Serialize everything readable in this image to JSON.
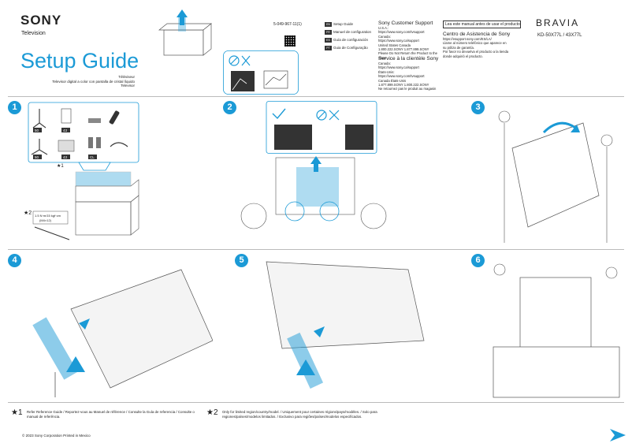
{
  "header": {
    "brand": "SONY",
    "product_line": "Television",
    "title": "Setup Guide",
    "subtitle_lines": [
      "Téléviseur",
      "Televisor digital a color con pantalla de cristal líquido",
      "Televisor"
    ],
    "doc_number": "5-049-967-11(1)",
    "bravia": "BRAVIA",
    "model": "KD-50X77L / 43X77L",
    "read_notice": "Lea este manual antes de usar el producto"
  },
  "languages": [
    {
      "code": "EN",
      "label": "Setup Guide"
    },
    {
      "code": "FR",
      "label": "Manuel de configuration"
    },
    {
      "code": "ES",
      "label": "Guía de configuración"
    },
    {
      "code": "PT",
      "label": "Guia de Configuração"
    }
  ],
  "support": {
    "heading": "Sony Customer Support",
    "lines": [
      "U.S.A.:",
      "https://www.sony.com/tvsupport",
      "Canada:",
      "https://www.sony.ca/support",
      "United States  Canada",
      "1.800.222.SONY    1.877.899.SONY",
      "Please Do Not Return the Product to the Store"
    ],
    "heading_fr": "Service à la clientèle Sony",
    "lines_fr": [
      "Canada:",
      "https://www.sony.ca/support",
      "États-Unis:",
      "https://www.sony.com/tvsupport",
      "Canada              États-Unis",
      "1.877.899.SONY       1.800.222.SONY",
      "Ne retournez pas le produit au magasin"
    ],
    "heading_es": "Centro de Asistencia de Sony",
    "lines_es": [
      "https://esupport.sony.com/ES/LA/",
      "Llame al número telefónico que aparece en",
      "su póliza de garantía.",
      "Por favor no devuelva el producto a la tienda",
      "donde adquirió el producto."
    ]
  },
  "steps": [
    "1",
    "2",
    "3",
    "4",
    "5",
    "6"
  ],
  "step1": {
    "star1": "★1",
    "star2": "★2",
    "screw_label": "1.5 N·m/15 kgf·cm",
    "screw_sub": "(M4×12)",
    "part_tags": [
      "50",
      "43",
      "50",
      "43",
      "CL"
    ]
  },
  "footnotes": {
    "mark1": "★1",
    "text1": "Refer Reference Guide / Reportez-vous au Manuel de référence / Consulte la Guía de referencia / Consulte o manual de referência.",
    "mark2": "★2",
    "text2": "Only for limited region/country/model. / Uniquement pour certaines régions/pays/modèles. / Solo para regiones/países/modelos limitados. / Exclusivo para regiões/países/modelos especificados."
  },
  "copyright": "© 2023 Sony Corporation  Printed in Mexico",
  "colors": {
    "accent": "#1b9ad6",
    "text": "#222222"
  }
}
